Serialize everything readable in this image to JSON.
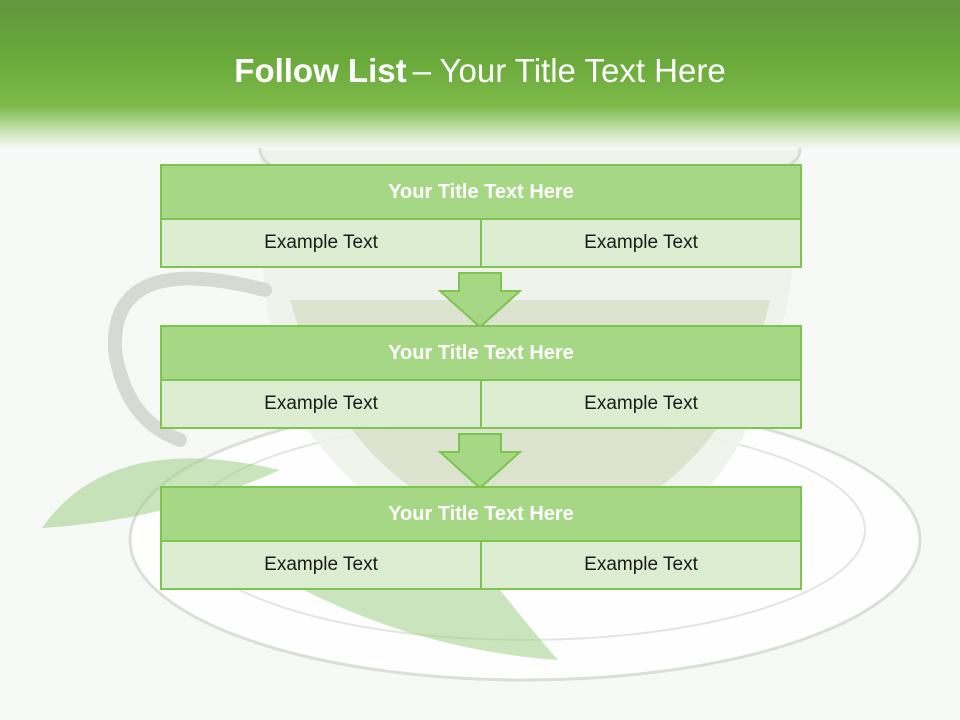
{
  "header": {
    "title_bold": "Follow List",
    "title_rest": "– Your Title Text Here"
  },
  "blocks": [
    {
      "title": "Your Title Text Here",
      "left": "Example Text",
      "right": "Example Text"
    },
    {
      "title": "Your Title Text Here",
      "left": "Example Text",
      "right": "Example Text"
    },
    {
      "title": "Your Title Text Here",
      "left": "Example Text",
      "right": "Example Text"
    }
  ],
  "colors": {
    "header_green": "#69a93a",
    "block_title_fill": "#a6d785",
    "block_border": "#7dc451",
    "cell_fill": "#dcedd2",
    "arrow_fill": "#a6d785"
  },
  "icons": [
    "down-arrow-icon"
  ]
}
